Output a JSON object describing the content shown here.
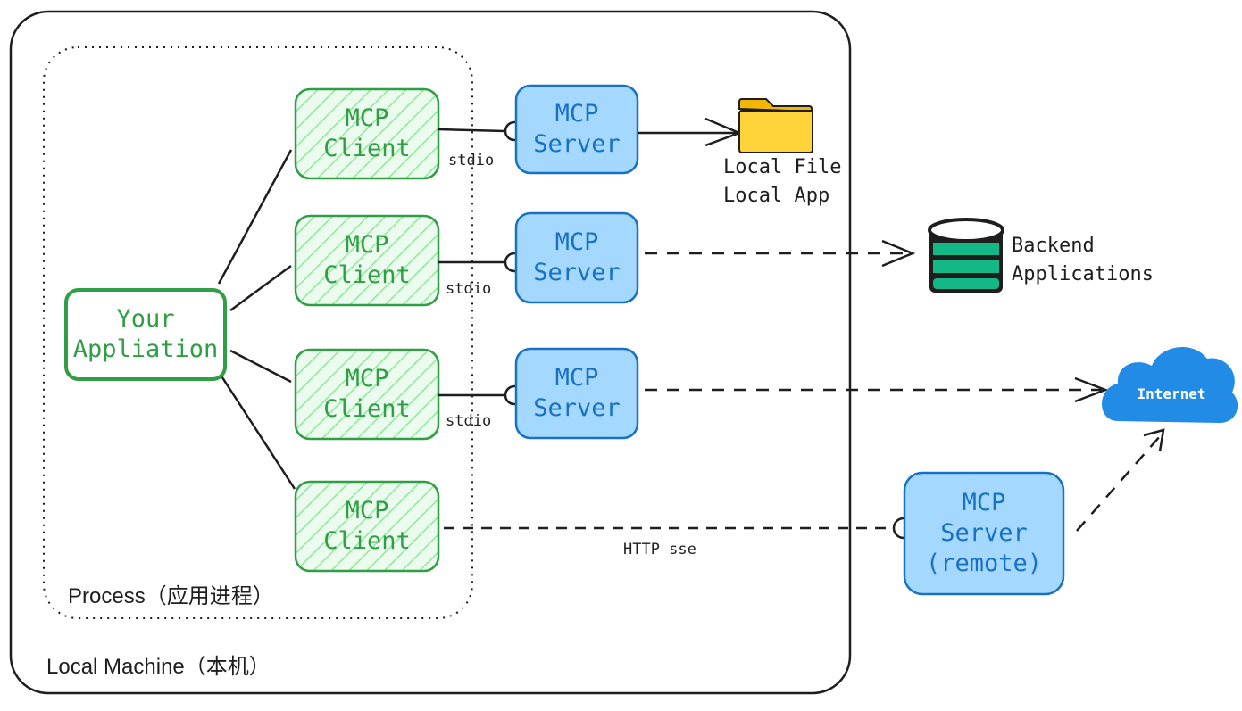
{
  "regions": {
    "local_machine": "Local Machine（本机）",
    "process": "Process（应用进程）"
  },
  "app": {
    "line1": "Your",
    "line2": "Appliation"
  },
  "clients": [
    {
      "line1": "MCP",
      "line2": "Client"
    },
    {
      "line1": "MCP",
      "line2": "Client"
    },
    {
      "line1": "MCP",
      "line2": "Client"
    },
    {
      "line1": "MCP",
      "line2": "Client"
    }
  ],
  "servers": [
    {
      "line1": "MCP",
      "line2": "Server"
    },
    {
      "line1": "MCP",
      "line2": "Server"
    },
    {
      "line1": "MCP",
      "line2": "Server"
    }
  ],
  "remote_server": {
    "line1": "MCP",
    "line2": "Server",
    "line3": "(remote)"
  },
  "transports": {
    "t1": "stdio",
    "t2": "stdio",
    "t3": "stdio",
    "t4": "HTTP sse"
  },
  "targets": {
    "local": {
      "line1": "Local File",
      "line2": "Local App"
    },
    "backend": {
      "line1": "Backend",
      "line2": "Applications"
    },
    "internet": "Internet"
  },
  "colors": {
    "client_stroke": "#2f9e44",
    "client_fill": "#ebfbee",
    "server_stroke": "#1971c2",
    "server_fill": "#a5d8ff",
    "folder": "#ffd43b",
    "database_band": "#12b886",
    "cloud": "#228be6",
    "ink": "#1e1e1e"
  }
}
